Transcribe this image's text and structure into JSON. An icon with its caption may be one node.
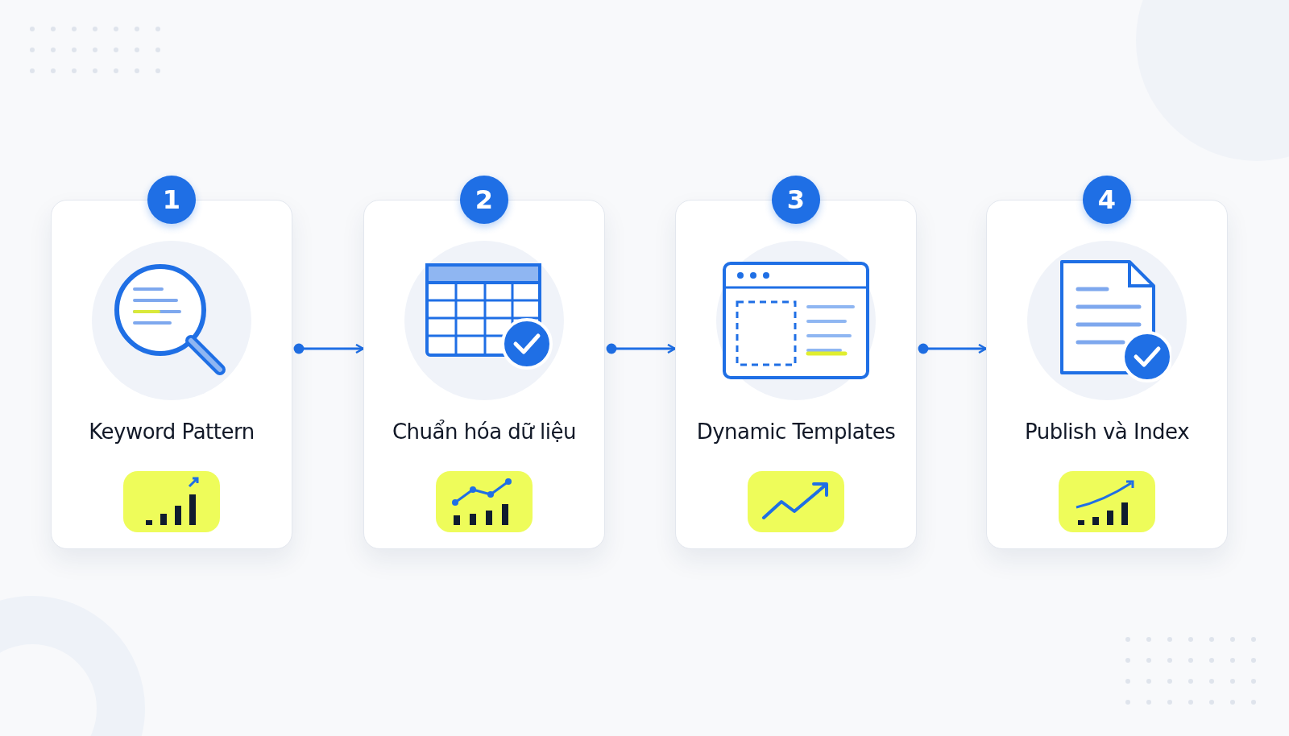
{
  "diagram": {
    "nodes": [
      {
        "text": [
          "1",
          "Keyword Pattern"
        ]
      },
      {
        "text": [
          "2",
          "Chuẩn hóa dữ liệu"
        ]
      },
      {
        "text": [
          "3",
          "Dynamic Templates"
        ]
      },
      {
        "text": [
          "4",
          "Publish và Index"
        ]
      }
    ],
    "edges": [
      {
        "from": 0,
        "to": 1,
        "arrow": "to"
      },
      {
        "from": 1,
        "to": 2,
        "arrow": "to"
      },
      {
        "from": 2,
        "to": 3,
        "arrow": "to"
      }
    ]
  }
}
